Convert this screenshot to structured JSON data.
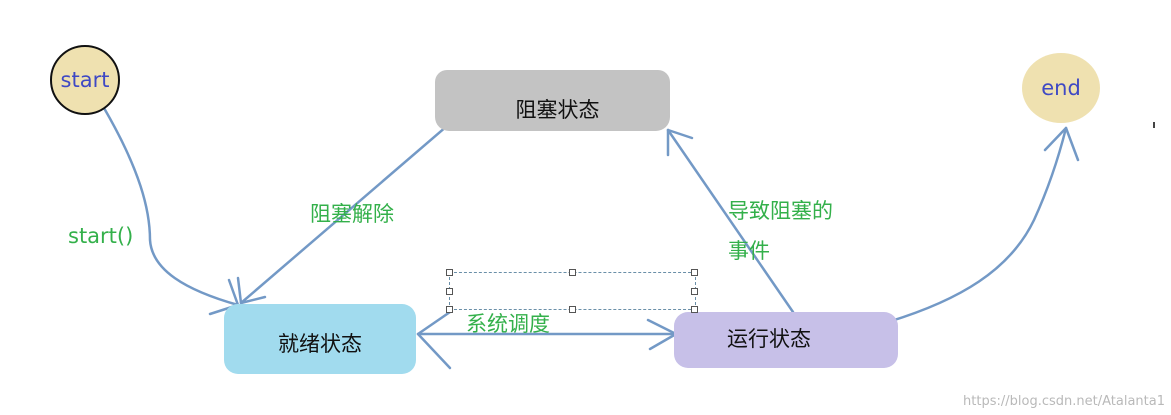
{
  "nodes": {
    "start": "start",
    "end": "end",
    "blocked": "阻塞状态",
    "ready": "就绪状态",
    "running": "运行状态"
  },
  "edges": {
    "start_to_ready": "start()",
    "blocked_to_ready": "阻塞解除",
    "running_to_blocked_line1": "导致阻塞的",
    "running_to_blocked_line2": "事件",
    "schedule": "系统调度"
  },
  "watermark": "https://blog.csdn.net/Atalanta1",
  "colors": {
    "arrow": "#7399c6",
    "label": "#33b04a",
    "start_fill": "#efe1b0",
    "end_fill": "#efe1b0",
    "blocked_fill": "#c3c3c3",
    "ready_fill": "#a1dbee",
    "running_fill": "#c7c0e8",
    "circle_text": "#3f49c4"
  }
}
